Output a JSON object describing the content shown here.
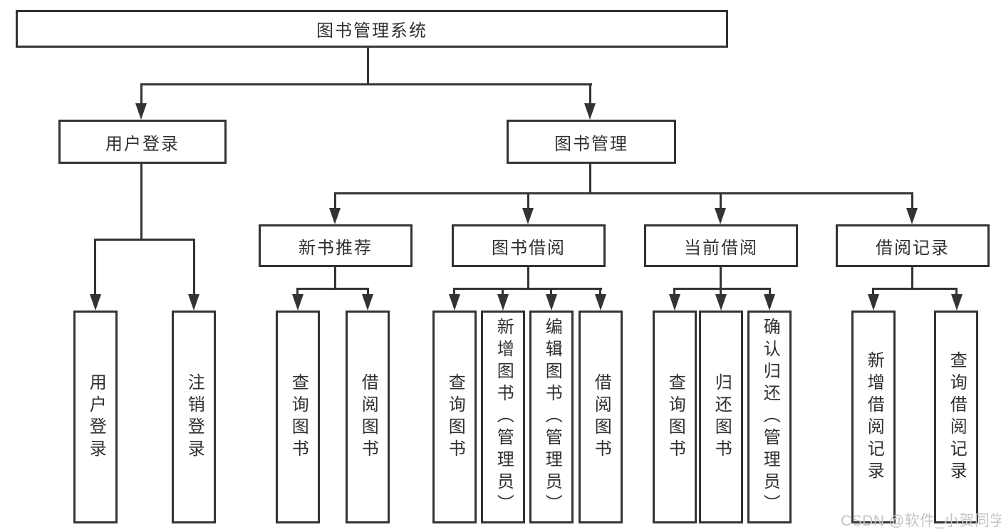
{
  "diagram": {
    "title_note": "functional structure tree",
    "root": {
      "label": "图书管理系统"
    },
    "level2": [
      {
        "label": "用户登录"
      },
      {
        "label": "图书管理"
      }
    ],
    "level3": [
      {
        "label": "新书推荐",
        "parent": "图书管理"
      },
      {
        "label": "图书借阅",
        "parent": "图书管理"
      },
      {
        "label": "当前借阅",
        "parent": "图书管理"
      },
      {
        "label": "借阅记录",
        "parent": "图书管理"
      }
    ],
    "leaves": [
      {
        "label": "用户登录",
        "parent": "用户登录"
      },
      {
        "label": "注销登录",
        "parent": "用户登录"
      },
      {
        "label": "查询图书",
        "parent": "新书推荐"
      },
      {
        "label": "借阅图书",
        "parent": "新书推荐"
      },
      {
        "label": "查询图书",
        "parent": "图书借阅"
      },
      {
        "label": "新增图书（管理员）",
        "parent": "图书借阅"
      },
      {
        "label": "编辑图书（管理员）",
        "parent": "图书借阅"
      },
      {
        "label": "借阅图书",
        "parent": "图书借阅"
      },
      {
        "label": "查询图书",
        "parent": "当前借阅"
      },
      {
        "label": "归还图书",
        "parent": "当前借阅"
      },
      {
        "label": "确认归还（管理员）",
        "parent": "当前借阅"
      },
      {
        "label": "新增借阅记录",
        "parent": "借阅记录"
      },
      {
        "label": "查询借阅记录",
        "parent": "借阅记录"
      }
    ]
  },
  "watermark": {
    "text": "CSDN @软件_小贺同学"
  },
  "colors": {
    "line": "#333333",
    "text": "#303030",
    "box_background": "#ffffff",
    "watermark": "#c4c4c4"
  }
}
